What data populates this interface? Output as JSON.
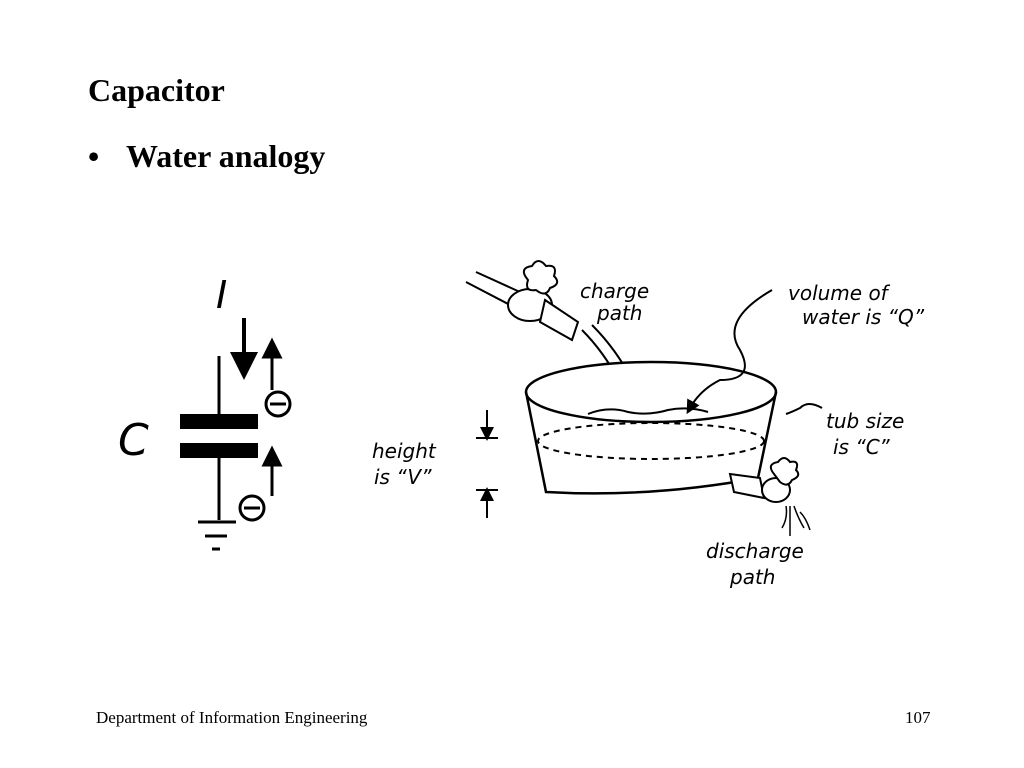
{
  "slide": {
    "title": "Capacitor",
    "bullet": "Water analogy",
    "footer_department": "Department of Information Engineering",
    "page_number": "107"
  },
  "circuit": {
    "current_label": "I",
    "capacitor_label": "C",
    "charge_symbol": "⊖"
  },
  "tub": {
    "charge_path": [
      "charge",
      "path"
    ],
    "volume_label": [
      "volume of",
      "water is “Q”"
    ],
    "tub_size_label": [
      "tub size",
      "is “C”"
    ],
    "height_label": [
      "height",
      "is “V”"
    ],
    "discharge_path": [
      "discharge",
      "path"
    ]
  }
}
